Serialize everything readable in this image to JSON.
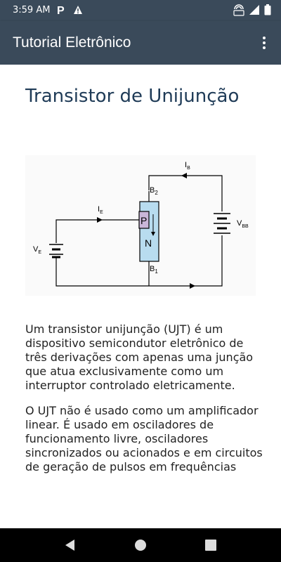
{
  "status_bar": {
    "time": "3:59 AM",
    "icons": [
      "parking-icon",
      "warning-icon",
      "hotspot-icon",
      "signal-icon",
      "battery-icon"
    ]
  },
  "app_bar": {
    "title": "Tutorial Eletrônico",
    "menu_icon": "more-vert-icon"
  },
  "page": {
    "title": "Transistor de Unijunção",
    "diagram": {
      "labels": {
        "ib": "I",
        "ib_sub": "B",
        "b2": "B",
        "b2_sub": "2",
        "ie": "I",
        "ie_sub": "E",
        "p": "P",
        "n": "N",
        "vbb": "V",
        "vbb_sub": "BB",
        "ve": "V",
        "ve_sub": "E",
        "b1": "B",
        "b1_sub": "1"
      }
    },
    "paragraphs": [
      "Um transistor unijunção (UJT) é um dispositivo semicondutor eletrônico de três derivações com apenas uma junção que atua exclusivamente como um interruptor controlado eletricamente.",
      "O UJT não é usado como um amplificador linear. É usado em osciladores de funcionamento livre, osciladores sincronizados ou acionados e em circuitos de geração de pulsos em frequências baixas a moderadas (centenas de quilohertz)."
    ]
  },
  "colors": {
    "app_bar": "#3a4a5a",
    "title_text": "#1f3b57",
    "n_region": "#b8dcef",
    "p_region": "#c9b6d8"
  },
  "nav_bar": {
    "buttons": [
      "back-icon",
      "home-icon",
      "recents-icon"
    ]
  }
}
